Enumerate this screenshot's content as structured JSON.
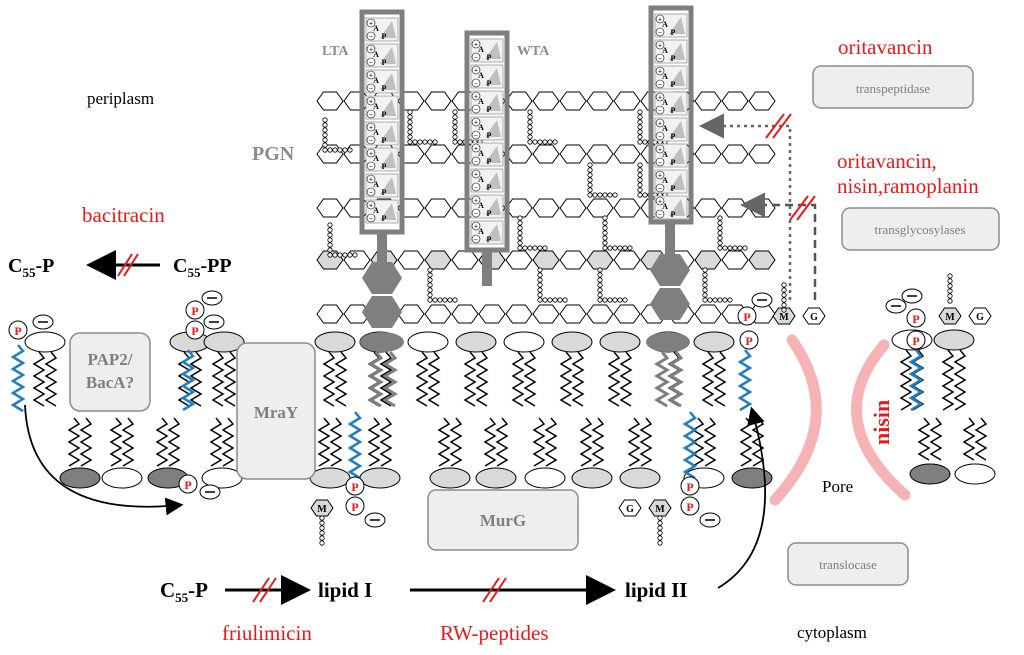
{
  "labels": {
    "periplasm": "periplasm",
    "cytoplasm": "cytoplasm",
    "pgn": "PGN",
    "lta": "LTA",
    "wta": "WTA",
    "pore": "Pore",
    "teichoic_a": "A",
    "teichoic_p": "P",
    "phosphate": "P",
    "muramic": "M",
    "glcnac": "G",
    "charge_plus": "+",
    "charge_minus": "−"
  },
  "enzymes": {
    "transpeptidase": "transpeptidase",
    "transglycosylases": "transglycosylases",
    "translocase": "translocase",
    "pap2": "PAP2/",
    "baca": "BacA?",
    "mray": "MraY",
    "murg": "MurG"
  },
  "antibiotics": {
    "oritavancin_top": "oritavancin",
    "oritavancin_mid": "oritavancin,",
    "nisin_ramoplanin": "nisin,ramoplanin",
    "bacitracin": "bacitracin",
    "friulimicin": "friulimicin",
    "rw_peptides": "RW-peptides",
    "nisin": "nisin"
  },
  "pathway": {
    "c55p_base": "C",
    "c55p_sub": "55",
    "c55p_suffix": "-P",
    "c55pp_suffix": "-PP",
    "lipid1": "lipid I",
    "lipid2": "lipid II"
  },
  "colors": {
    "antibiotic": "#e8191c",
    "enzyme_text": "#7f7f7f",
    "enzyme_fill": "#eeeeee",
    "lipid_chain_blue": "#1f7fc4",
    "head_gray": "#bfbfbf",
    "dark_gray": "#7f7f7f",
    "pore_pink": "#f6b3b5"
  }
}
